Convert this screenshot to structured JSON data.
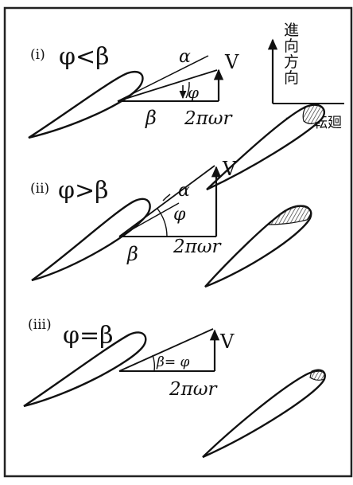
{
  "direction": {
    "vertical": [
      "進",
      "向",
      "方",
      "向"
    ],
    "horizontal": "向方転廻"
  },
  "cases": [
    {
      "number": "(i)",
      "condition": "φ<β",
      "V": "V",
      "alpha": "α",
      "phi": "φ",
      "beta": "β",
      "tangential": "2πωr"
    },
    {
      "number": "(ii)",
      "condition": "φ>β",
      "V": "V",
      "alpha": "α",
      "phi": "φ",
      "beta": "β",
      "tangential": "2πωr"
    },
    {
      "number": "(iii)",
      "condition": "φ=β",
      "V": "V",
      "angle_eq": "β= φ",
      "tangential": "2πωr"
    }
  ]
}
